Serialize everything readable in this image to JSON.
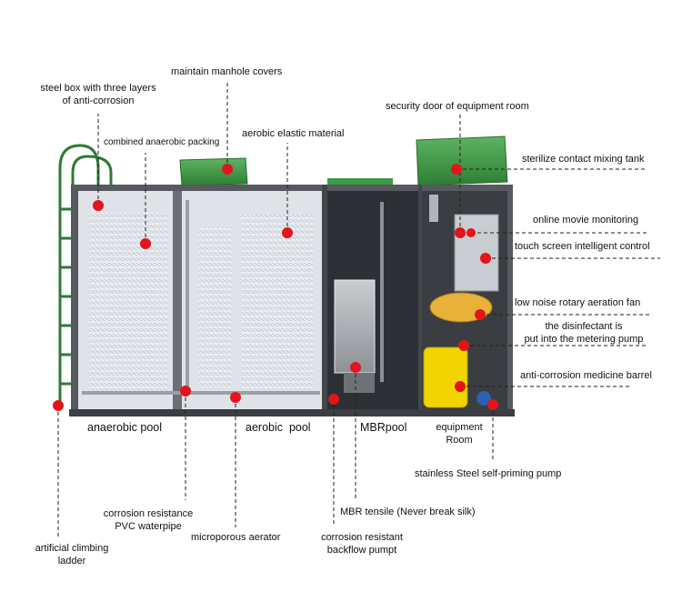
{
  "diagram": {
    "callouts": {
      "steel_box": "steel box with three layers\nof anti-corrosion",
      "manhole": "maintain manhole covers",
      "combined_packing": "combined anaerobic packing",
      "aerobic_elastic": "aerobic elastic material",
      "security_door": "security door of equipment room",
      "sterilize_tank": "sterilize contact mixing tank",
      "online_monitoring": "online movie monitoring",
      "touch_screen": "touch screen intelligent control",
      "aeration_fan": "low noise rotary aeration fan",
      "disinfectant": "the disinfectant is\nput into the metering pump",
      "medicine_barrel": "anti-corrosion medicine barrel",
      "self_priming_pump": "stainless Steel self-priming pump",
      "mbr_tensile": "MBR tensile (Never break silk)",
      "backflow_pump": "corrosion resistant\nbackflow pumpt",
      "microporous_aerator": "microporous aerator",
      "pvc_pipe": "corrosion resistance\nPVC waterpipe",
      "climbing_ladder": "artificial climbing\nladder"
    },
    "pools": {
      "anaerobic": "anaerobic pool",
      "aerobic": "aerobic  pool",
      "mbr": "MBRpool",
      "equipment": "equipment\nRoom"
    },
    "colors": {
      "marker": "#e3141c",
      "frame": "#4a4d52",
      "tank_green": "#3f9a45",
      "barrel_yellow": "#f1d400",
      "leader": "#222222"
    }
  }
}
